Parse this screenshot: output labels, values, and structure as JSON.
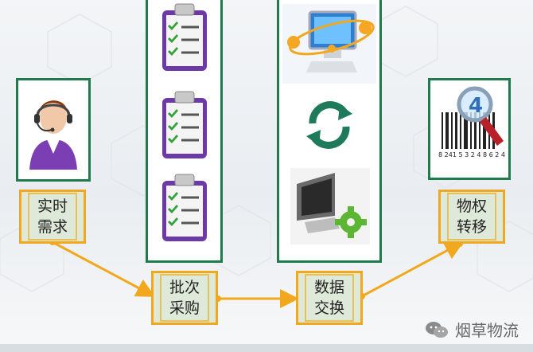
{
  "labels": {
    "realtime_demand": [
      "实时",
      "需求"
    ],
    "batch_purchase": [
      "批次",
      "采购"
    ],
    "data_exchange": [
      "数据",
      "交换"
    ],
    "property_transfer": [
      "物权",
      "转移"
    ]
  },
  "watermark": {
    "text": "烟草物流",
    "icon": "wechat-icon"
  },
  "barcode_digits": "8 241  5 3 2   4 8 6 2 4",
  "magnifier_number": "4",
  "icons": {
    "customer_service": "headset-agent-icon",
    "clipboards": [
      "clipboard-checklist-icon",
      "clipboard-checklist-icon",
      "clipboard-checklist-icon"
    ],
    "network_computer": "orbit-monitor-icon",
    "refresh": "refresh-arrows-icon",
    "computer_gear": "monitor-gear-icon",
    "barcode": "barcode-magnifier-icon"
  },
  "colors": {
    "frame_green": "#1f7a4c",
    "label_orange": "#f2a81d",
    "arrow_orange": "#f2a81d"
  }
}
